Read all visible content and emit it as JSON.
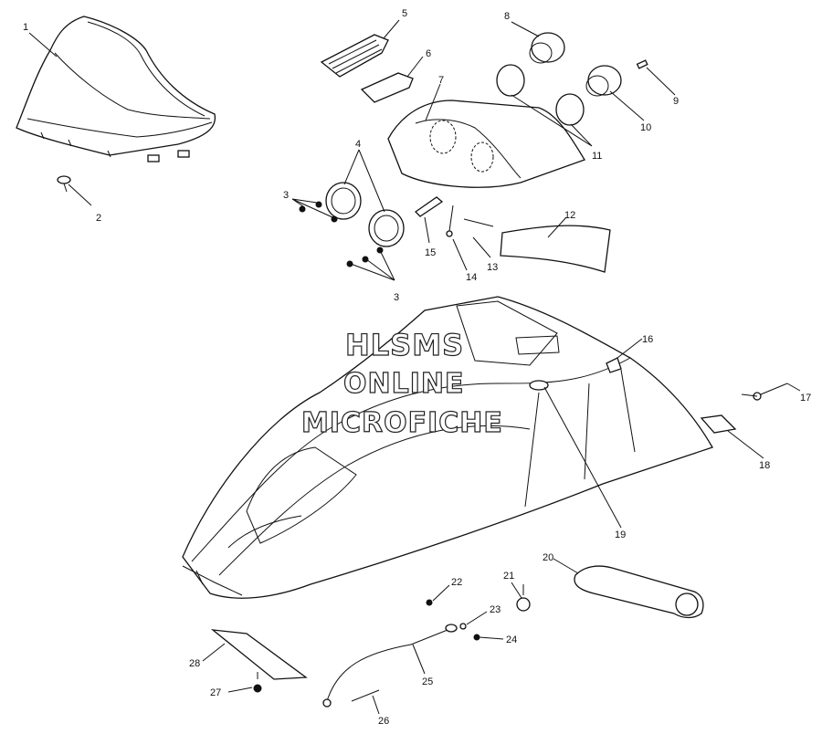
{
  "watermark": {
    "line1": "HLSMS",
    "line2": "ONLINE",
    "line3": "MICROFICHE"
  },
  "callouts": [
    {
      "id": "c1",
      "label": "1"
    },
    {
      "id": "c2",
      "label": "2"
    },
    {
      "id": "c3a",
      "label": "3"
    },
    {
      "id": "c3b",
      "label": "3"
    },
    {
      "id": "c4",
      "label": "4"
    },
    {
      "id": "c5",
      "label": "5"
    },
    {
      "id": "c6",
      "label": "6"
    },
    {
      "id": "c7",
      "label": "7"
    },
    {
      "id": "c8",
      "label": "8"
    },
    {
      "id": "c9",
      "label": "9"
    },
    {
      "id": "c10",
      "label": "10"
    },
    {
      "id": "c11",
      "label": "11"
    },
    {
      "id": "c12",
      "label": "12"
    },
    {
      "id": "c13",
      "label": "13"
    },
    {
      "id": "c14",
      "label": "14"
    },
    {
      "id": "c15",
      "label": "15"
    },
    {
      "id": "c16",
      "label": "16"
    },
    {
      "id": "c17",
      "label": "17"
    },
    {
      "id": "c18",
      "label": "18"
    },
    {
      "id": "c19",
      "label": "19"
    },
    {
      "id": "c20",
      "label": "20"
    },
    {
      "id": "c21",
      "label": "21"
    },
    {
      "id": "c22",
      "label": "22"
    },
    {
      "id": "c23",
      "label": "23"
    },
    {
      "id": "c24",
      "label": "24"
    },
    {
      "id": "c25",
      "label": "25"
    },
    {
      "id": "c26",
      "label": "26"
    },
    {
      "id": "c27",
      "label": "27"
    },
    {
      "id": "c28",
      "label": "28"
    }
  ]
}
